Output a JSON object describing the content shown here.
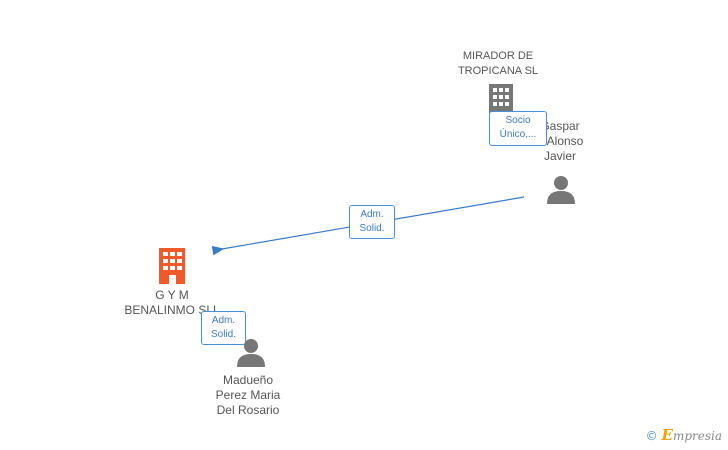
{
  "colors": {
    "accent": "#4a90d9",
    "company_main": "#f05a28",
    "company_other": "#777777",
    "person": "#777777"
  },
  "nodes": {
    "mirador": {
      "line1": "MIRADOR DE",
      "line2": "TROPICANA SL"
    },
    "gaspar": {
      "line1": "Gaspar",
      "line2": "...Alonso",
      "line3": "Javier"
    },
    "gym": {
      "line1": "G Y M",
      "line2": "BENALINMO SLL"
    },
    "madueno": {
      "line1": "Madueño",
      "line2": "Perez Maria",
      "line3": "Del Rosario"
    }
  },
  "edges": {
    "socio": {
      "line1": "Socio",
      "line2": "Único,..."
    },
    "adm1": {
      "line1": "Adm.",
      "line2": "Solid."
    },
    "adm2": {
      "line1": "Adm.",
      "line2": "Solid."
    }
  },
  "watermark": {
    "symbol": "©",
    "brand_initial": "E",
    "brand_rest": "mpresia"
  }
}
